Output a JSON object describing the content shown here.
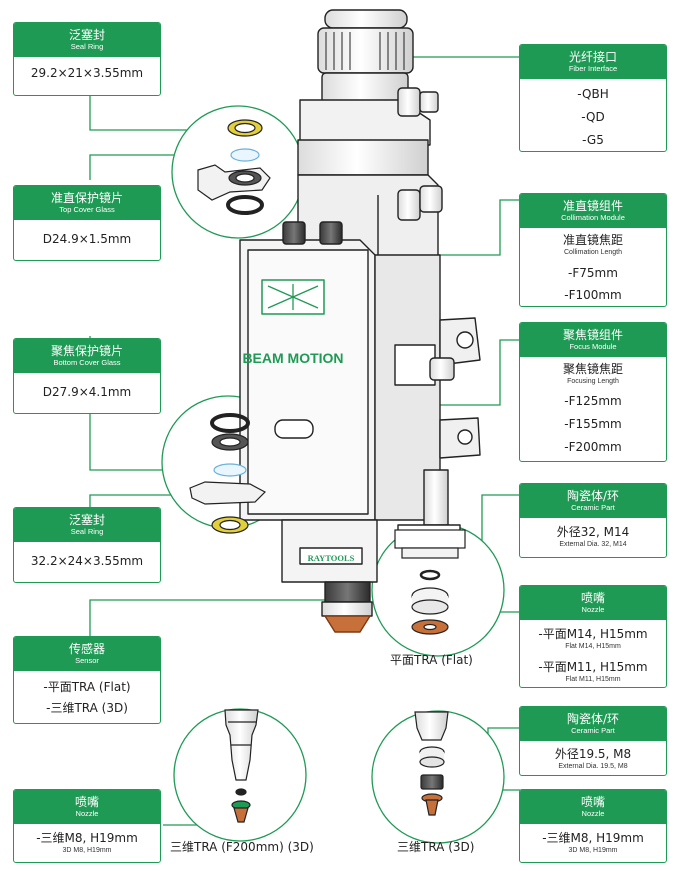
{
  "product": {
    "brand": "BEAM MOTION",
    "maker": "RAYTOOLS"
  },
  "left": {
    "seal_top": {
      "zh": "泛塞封",
      "en": "Seal Ring",
      "spec": "29.2×21×3.55mm"
    },
    "top_glass": {
      "zh": "准直保护镜片",
      "en": "Top Cover Glass",
      "spec": "D24.9×1.5mm"
    },
    "bottom_glass": {
      "zh": "聚焦保护镜片",
      "en": "Bottom Cover Glass",
      "spec": "D27.9×4.1mm"
    },
    "seal_bottom": {
      "zh": "泛塞封",
      "en": "Seal Ring",
      "spec": "32.2×24×3.55mm"
    },
    "sensor": {
      "zh": "传感器",
      "en": "Sensor",
      "opts": [
        "-平面TRA (Flat)",
        "-三维TRA (3D)"
      ]
    },
    "nozzle3d": {
      "zh": "喷嘴",
      "en": "Nozzle",
      "spec": "-三维M8, H19mm",
      "spec_en": "3D M8, H19mm"
    }
  },
  "right": {
    "fiber": {
      "zh": "光纤接口",
      "en": "Fiber Interface",
      "opts": [
        "-QBH",
        "-QD",
        "-G5"
      ]
    },
    "collimation": {
      "zh": "准直镜组件",
      "en": "Collimation Module",
      "sub_zh": "准直镜焦距",
      "sub_en": "Collimation Length",
      "opts": [
        "-F75mm",
        "-F100mm"
      ]
    },
    "focus": {
      "zh": "聚焦镜组件",
      "en": "Focus Module",
      "sub_zh": "聚焦镜焦距",
      "sub_en": "Focusing Length",
      "opts": [
        "-F125mm",
        "-F155mm",
        "-F200mm"
      ]
    },
    "ceramic1": {
      "zh": "陶瓷体/环",
      "en": "Ceramic Part",
      "spec": "外径32, M14",
      "spec_en": "External Dia. 32, M14"
    },
    "nozzle_flat": {
      "zh": "喷嘴",
      "en": "Nozzle",
      "spec1": "-平面M14, H15mm",
      "spec1_en": "Flat M14, H15mm",
      "spec2": "-平面M11, H15mm",
      "spec2_en": "Flat M11, H15mm"
    },
    "ceramic2": {
      "zh": "陶瓷体/环",
      "en": "Ceramic Part",
      "spec": "外径19.5, M8",
      "spec_en": "External Dia. 19.5, M8"
    },
    "nozzle3d": {
      "zh": "喷嘴",
      "en": "Nozzle",
      "spec": "-三维M8, H19mm",
      "spec_en": "3D M8, H19mm"
    }
  },
  "captions": {
    "flat": "平面TRA (Flat)",
    "f200_3d": "三维TRA (F200mm) (3D)",
    "tra_3d": "三维TRA (3D)"
  },
  "colors": {
    "green": "#1f9a55",
    "gold": "#d4c030",
    "copper": "#c8703a"
  }
}
